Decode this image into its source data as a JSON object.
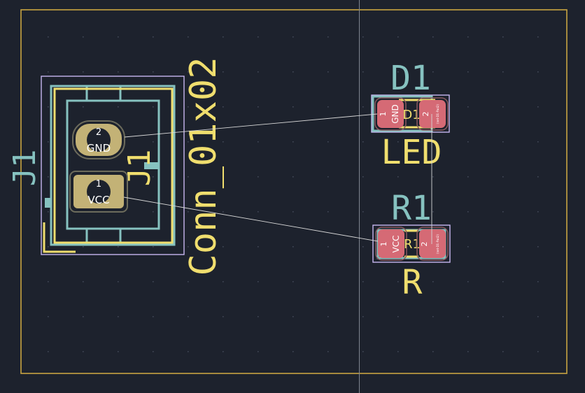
{
  "colors": {
    "background": "#1d222d",
    "grid": "#4a5060",
    "board_outline": "#c8a441",
    "courtyard": "#c7b6f0",
    "silkscreen_yellow": "#f0de6e",
    "fab_teal": "#86c2c0",
    "pad_th_fill": "#c3b276",
    "pad_smd_fill": "#d56a75",
    "ratsnest": "#d8d8d8",
    "cursor_line": "#7f8591"
  },
  "j1": {
    "ref_silk": "J1",
    "ref_fab": "J1",
    "value": "Conn_01x02",
    "pad1_number": "1",
    "pad1_net": "VCC",
    "pad2_number": "2",
    "pad2_net": "GND"
  },
  "d1": {
    "ref": "D1",
    "fab_ref": "D1",
    "value": "LED",
    "pad1_number": "1",
    "pad1_net": "GND",
    "pad2_number": "2",
    "pad2_net": "(net-D1-Pad2)"
  },
  "r1": {
    "ref": "R1",
    "fab_ref": "R1",
    "value": "R",
    "pad1_number": "1",
    "pad1_net": "VCC",
    "pad2_number": "2",
    "pad2_net": "(net-D1-Pad2)"
  }
}
